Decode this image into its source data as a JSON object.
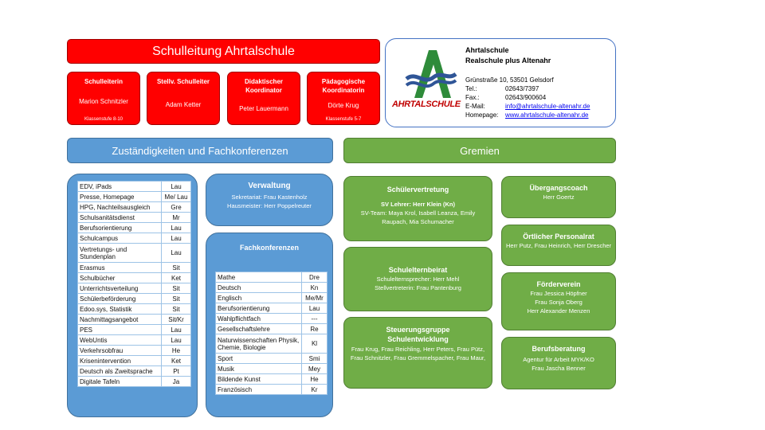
{
  "header": {
    "title": "Schulleitung Ahrtalschule",
    "roles": [
      {
        "title": "Schulleiterin",
        "person": "Marion Schnitzler",
        "sub": "Klassenstufe 8-10"
      },
      {
        "title": "Stellv. Schulleiter",
        "person": "Adam Ketter",
        "sub": ""
      },
      {
        "title": "Didaktischer Koordinator",
        "person": "Peter Lauermann",
        "sub": ""
      },
      {
        "title": "Pädagogische Koordinatorin",
        "person": "Dörte Krug",
        "sub": "Klassenstufe 5-7"
      }
    ]
  },
  "address": {
    "logo_text": "AHRTALSCHULE",
    "name_line1": "Ahrtalschule",
    "name_line2": "Realschule plus Altenahr",
    "street": "Grünstraße 10, 53501 Gelsdorf",
    "tel_label": "Tel.:",
    "tel": "02643/7397",
    "fax_label": "Fax.:",
    "fax": "02643/900604",
    "email_label": "E-Mail:",
    "email": "info@ahrtalschule-altenahr.de",
    "web_label": "Homepage:",
    "web": "www.ahrtalschule-altenahr.de"
  },
  "sections": {
    "left": "Zuständigkeiten und Fachkonferenzen",
    "right": "Gremien"
  },
  "responsibilities": [
    [
      "EDV, iPads",
      "Lau"
    ],
    [
      "Presse, Homepage",
      "Me/ Lau"
    ],
    [
      "HPG, Nachteilsausgleich",
      "Gre"
    ],
    [
      "Schulsanitätsdienst",
      "Mr"
    ],
    [
      "Berufsorientierung",
      "Lau"
    ],
    [
      "Schulcampus",
      "Lau"
    ],
    [
      "Vertretungs- und Stundenplan",
      "Lau"
    ],
    [
      "Erasmus",
      "Sit"
    ],
    [
      "Schulbücher",
      "Ket"
    ],
    [
      "Unterrichtsverteilung",
      "Sit"
    ],
    [
      "Schülerbeförderung",
      "Sit"
    ],
    [
      "Edoo.sys, Statistik",
      "Sit"
    ],
    [
      "Nachmittagsangebot",
      "Sit/Kr"
    ],
    [
      "PES",
      "Lau"
    ],
    [
      "WebUntis",
      "Lau"
    ],
    [
      "Verkehrsobfrau",
      "He"
    ],
    [
      "Krisenintervention",
      "Ket"
    ],
    [
      "Deutsch als Zweitsprache",
      "Pt"
    ],
    [
      "Digitale Tafeln",
      "Ja"
    ]
  ],
  "verwaltung": {
    "title": "Verwaltung",
    "line1": "Sekretariat: Frau Kastenholz",
    "line2": "Hausmeister: Herr Poppelreuter"
  },
  "fachkonferenzen": {
    "title": "Fachkonferenzen",
    "rows": [
      [
        "Mathe",
        "Dre"
      ],
      [
        "Deutsch",
        "Kn"
      ],
      [
        "Englisch",
        "Me/Mr"
      ],
      [
        "Berufsorientierung",
        "Lau"
      ],
      [
        "Wahlpflichtfach",
        "---"
      ],
      [
        "Gesellschaftslehre",
        "Re"
      ],
      [
        "Naturwissenschaften Physik, Chemie, Biologie",
        "Kl"
      ],
      [
        "Sport",
        "Smi"
      ],
      [
        "Musik",
        "Mey"
      ],
      [
        "Bildende Kunst",
        "He"
      ],
      [
        "Französisch",
        "Kr"
      ]
    ]
  },
  "gremien": {
    "sv": {
      "title": "Schülervertretung",
      "lead": "SV Lehrer: Herr Klein (Kn)",
      "team": "SV-Team: Maya Krol, Isabell Leanza, Emily Raupach, Mia Schumacher"
    },
    "elternbeirat": {
      "title": "Schulelternbeirat",
      "line1": "Schulelternsprecher: Herr Mehl",
      "line2": "Stellvertreterin: Frau Pantenburg"
    },
    "steuerung": {
      "title": "Steuerungsgruppe Schulentwicklung",
      "text": "Frau Krug, Frau Reichling, Herr Peters, Frau Pütz, Frau Schnitzler, Frau Gremmelspacher, Frau Maur,"
    },
    "coach": {
      "title": "Übergangscoach",
      "text": "Herr Goertz"
    },
    "personalrat": {
      "title": "Örtlicher Personalrat",
      "text": "Herr Putz, Frau Heinrich, Herr Drescher"
    },
    "foerderverein": {
      "title": "Förderverein",
      "lines": [
        "Frau Jessica Höpfner",
        "Frau Sonja Oberg",
        "Herr Alexander Menzen"
      ]
    },
    "berufsberatung": {
      "title": "Berufsberatung",
      "line1": "Agentur für Arbeit MYK/KO",
      "line2": "Frau Jascha Benner"
    }
  },
  "colors": {
    "red": "#ff0000",
    "blue": "#5b9bd5",
    "green": "#70ad47",
    "logo_green": "#2e8b3a",
    "logo_blue": "#2f5597",
    "logo_red": "#c00000"
  }
}
